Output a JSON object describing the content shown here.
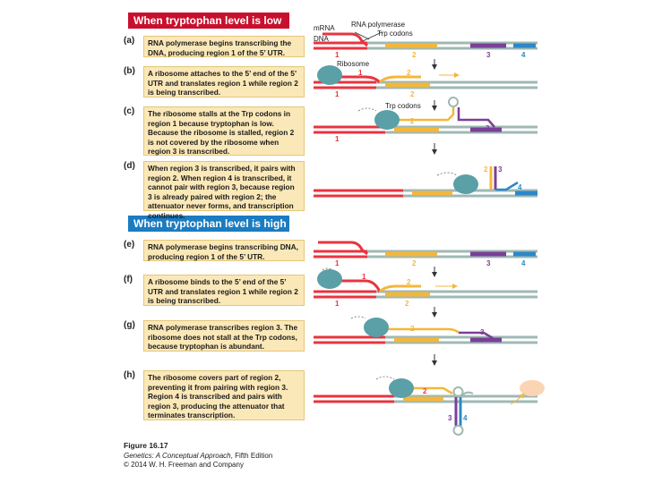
{
  "sections": {
    "low_title": "When tryptophan level is low",
    "high_title": "When tryptophan level is high"
  },
  "steps": [
    {
      "letter": "(a)",
      "text": "RNA polymerase begins transcribing the DNA, producing region 1 of the 5’ UTR."
    },
    {
      "letter": "(b)",
      "text": "A ribosome attaches to the 5’ end of the 5’ UTR and translates region 1 while region 2 is being transcribed."
    },
    {
      "letter": "(c)",
      "text": "The ribosome stalls at the Trp codons in region 1 because tryptophan is low. Because the ribosome is stalled, region 2 is not covered by the ribosome when region 3 is transcribed."
    },
    {
      "letter": "(d)",
      "text": "When region 3 is transcribed, it pairs with region 2. When region 4 is transcribed, it cannot pair with region 3, because region 3 is already paired with region 2; the attenuator never forms, and transcription continues."
    },
    {
      "letter": "(e)",
      "text": "RNA polymerase begins transcribing DNA, producing region 1 of the 5’ UTR."
    },
    {
      "letter": "(f)",
      "text": "A ribosome binds to the 5’ end of the 5’ UTR and translates region 1 while region 2 is being transcribed."
    },
    {
      "letter": "(g)",
      "text": "RNA polymerase transcribes region 3. The ribosome does not stall at the Trp codons, because tryptophan is abundant."
    },
    {
      "letter": "(h)",
      "text": "The ribosome covers part of region 2, preventing it from pairing with region 3. Region 4 is transcribed and pairs with region 3, producing the attenuator that terminates transcription."
    }
  ],
  "labels": {
    "mrna": "mRNA",
    "rna_polymerase": "RNA polymerase",
    "trp_codons": "Trp codons",
    "dna": "DNA",
    "ribosome": "Ribosome",
    "trp_codons_c": "Trp codons"
  },
  "regions": [
    "1",
    "2",
    "3",
    "4"
  ],
  "colors": {
    "low_band": "#c8102e",
    "high_band": "#1a7cc1",
    "region1": "#e8343f",
    "region2": "#f3b73b",
    "region3": "#7a3f98",
    "region4": "#2b88c9",
    "dna": "#9fb8b4",
    "ribosome": "#5aa0a6",
    "box_fill": "#fbe8b8"
  },
  "caption": {
    "figure": "Figure 16.17",
    "book_title": "Genetics: A Conceptual Approach",
    "edition": ", Fifth Edition",
    "copyright": "© 2014 W. H. Freeman and Company"
  }
}
